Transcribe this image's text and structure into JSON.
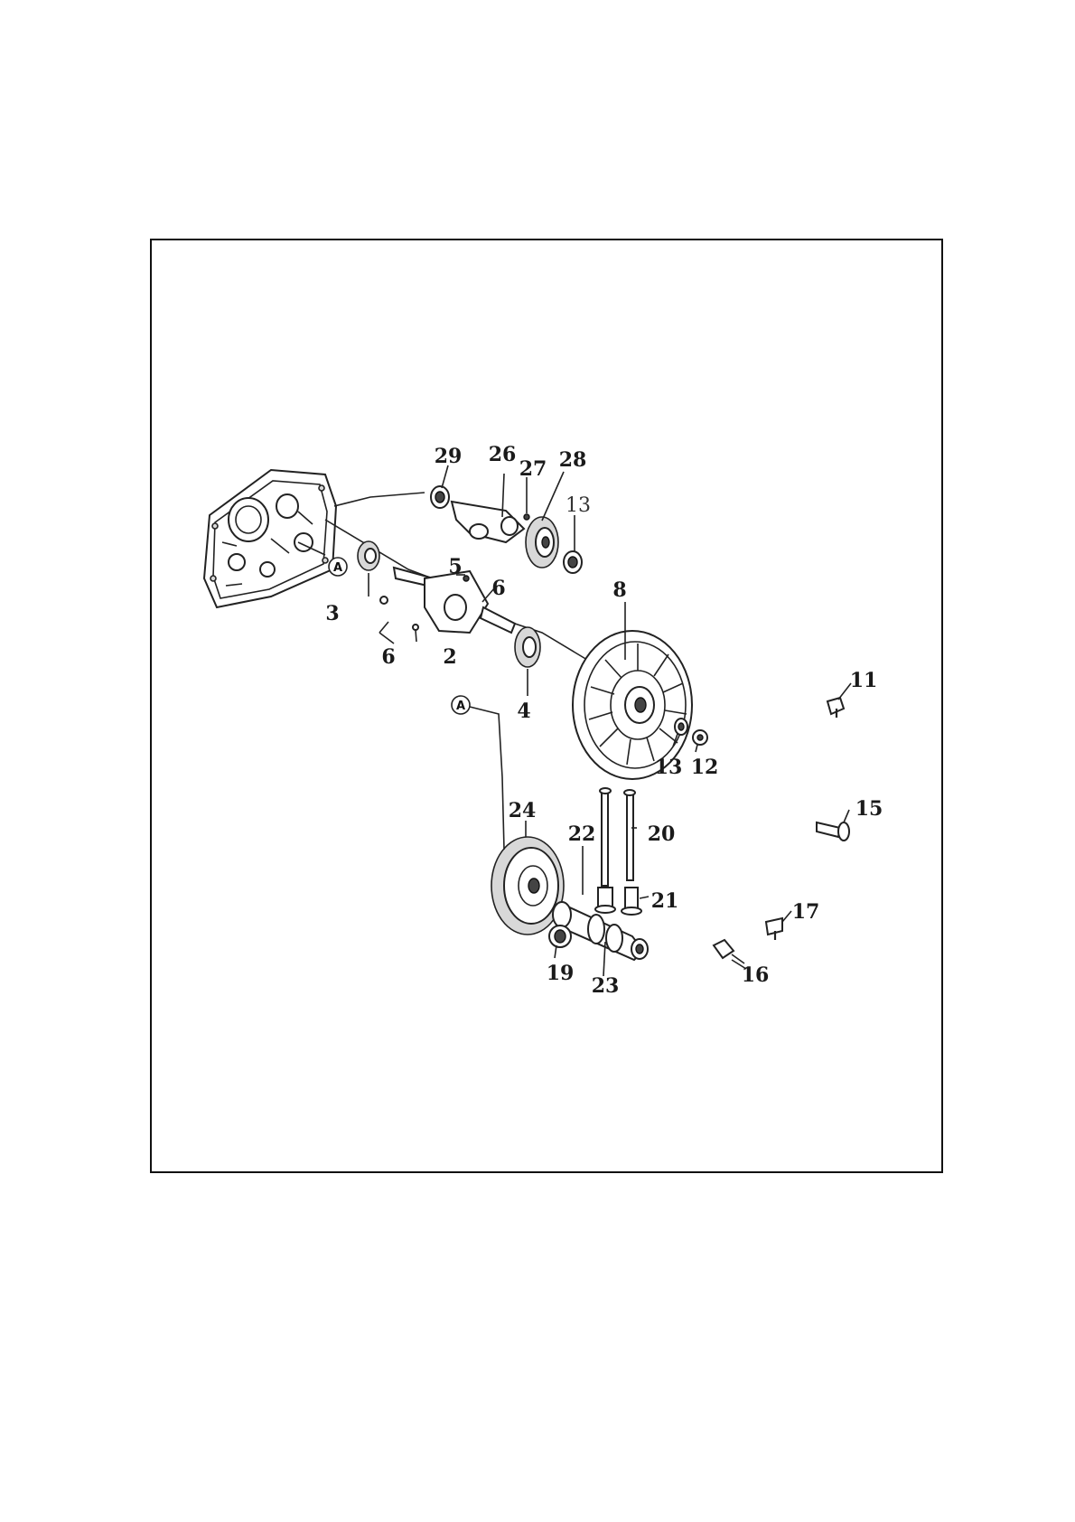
{
  "diagram": {
    "part_labels": {
      "p29": "29",
      "p26": "26",
      "p27": "27",
      "p28": "28",
      "p13_top": "13",
      "p5": "5",
      "p6_right": "6",
      "p3": "3",
      "p6_bottom": "6",
      "p2": "2",
      "p8": "8",
      "p11": "11",
      "p4": "4",
      "p13_bottom": "13",
      "p12": "12",
      "p15": "15",
      "p24": "24",
      "p22": "22",
      "p20": "20",
      "p21": "21",
      "p17": "17",
      "p16": "16",
      "p19": "19",
      "p23": "23"
    },
    "reference_markers": {
      "a_top": "A",
      "a_bottom": "A"
    }
  }
}
